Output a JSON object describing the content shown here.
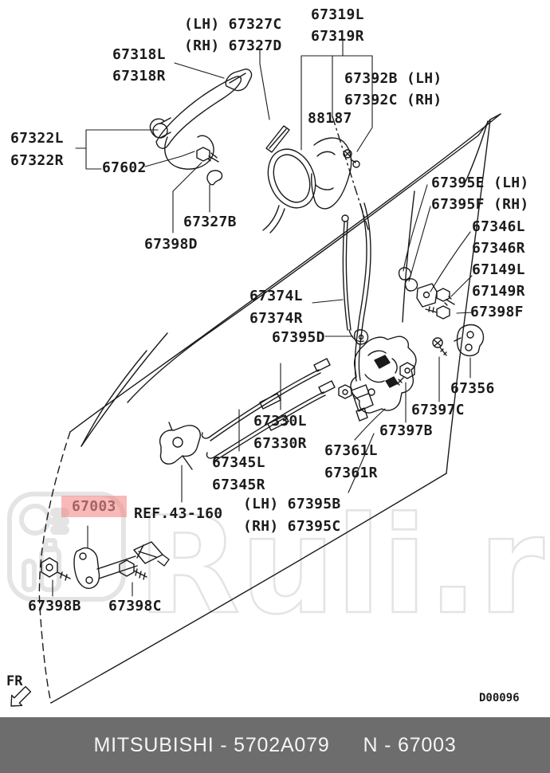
{
  "diagram": {
    "drawing_code": "D00096",
    "fr_label": "FR",
    "highlight": {
      "part": "67003",
      "color": "#f28080"
    },
    "labels": [
      {
        "text": "(LH) 67327C"
      },
      {
        "text": "(RH) 67327D"
      },
      {
        "text": "67319L"
      },
      {
        "text": "67319R"
      },
      {
        "text": "67318L"
      },
      {
        "text": "67318R"
      },
      {
        "text": "67392B (LH)"
      },
      {
        "text": "67392C (RH)"
      },
      {
        "text": "88187"
      },
      {
        "text": "67322L"
      },
      {
        "text": "67322R"
      },
      {
        "text": "67602"
      },
      {
        "text": "67327B"
      },
      {
        "text": "67398D"
      },
      {
        "text": "67395E (LH)"
      },
      {
        "text": "67395F (RH)"
      },
      {
        "text": "67346L"
      },
      {
        "text": "67346R"
      },
      {
        "text": "67149L"
      },
      {
        "text": "67149R"
      },
      {
        "text": "67398F"
      },
      {
        "text": "67374L"
      },
      {
        "text": "67374R"
      },
      {
        "text": "67395D"
      },
      {
        "text": "67356"
      },
      {
        "text": "67397C"
      },
      {
        "text": "67397B"
      },
      {
        "text": "67330L"
      },
      {
        "text": "67330R"
      },
      {
        "text": "67345L"
      },
      {
        "text": "67345R"
      },
      {
        "text": "67361L"
      },
      {
        "text": "67361R"
      },
      {
        "text": "(LH) 67395B"
      },
      {
        "text": "(RH) 67395C"
      },
      {
        "text": "67003"
      },
      {
        "text": "REF.43-160"
      },
      {
        "text": "67398B"
      },
      {
        "text": "67398C"
      }
    ]
  },
  "watermark": {
    "text": "Ruli.ru",
    "color": "#e4e4e4"
  },
  "footer": {
    "left": "MITSUBISHI - 5702A079",
    "right": "N - 67003",
    "background": "#6d6d6d"
  }
}
